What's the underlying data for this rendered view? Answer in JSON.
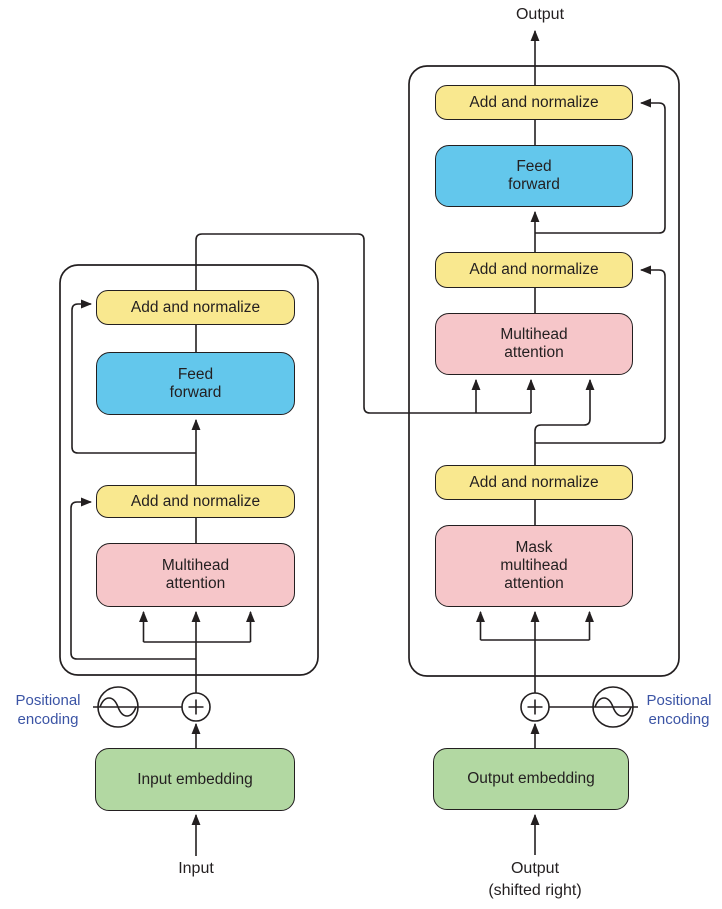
{
  "palette": {
    "line": "#231f20",
    "add_normalize_fill": "#f9e88f",
    "feed_forward_fill": "#63c7ec",
    "attention_fill": "#f6c6c9",
    "embedding_fill": "#b2d8a2",
    "positional_text": "#3b54a5",
    "background": "#ffffff"
  },
  "icons": {
    "plus_icon": "circled plus (add operator)",
    "sine_icon": "circled sine wave (positional signal)"
  },
  "top": {
    "output_label": "Output"
  },
  "encoder": {
    "add_norm_top": "Add and normalize",
    "feed_forward_lines": [
      "Feed",
      "forward"
    ],
    "add_norm_bottom": "Add and normalize",
    "attention_lines": [
      "Multihead",
      "attention"
    ],
    "embedding": "Input embedding",
    "positional_lines": [
      "Positional",
      "encoding"
    ],
    "input_label": "Input"
  },
  "decoder": {
    "add_norm_1": "Add and normalize",
    "feed_forward_lines": [
      "Feed",
      "forward"
    ],
    "add_norm_2": "Add and normalize",
    "attention_lines": [
      "Multihead",
      "attention"
    ],
    "add_norm_3": "Add and normalize",
    "mask_attention_lines": [
      "Mask",
      "multihead",
      "attention"
    ],
    "embedding": "Output embedding",
    "positional_lines": [
      "Positional",
      "encoding"
    ],
    "output_label_lines": [
      "Output",
      "(shifted right)"
    ]
  }
}
